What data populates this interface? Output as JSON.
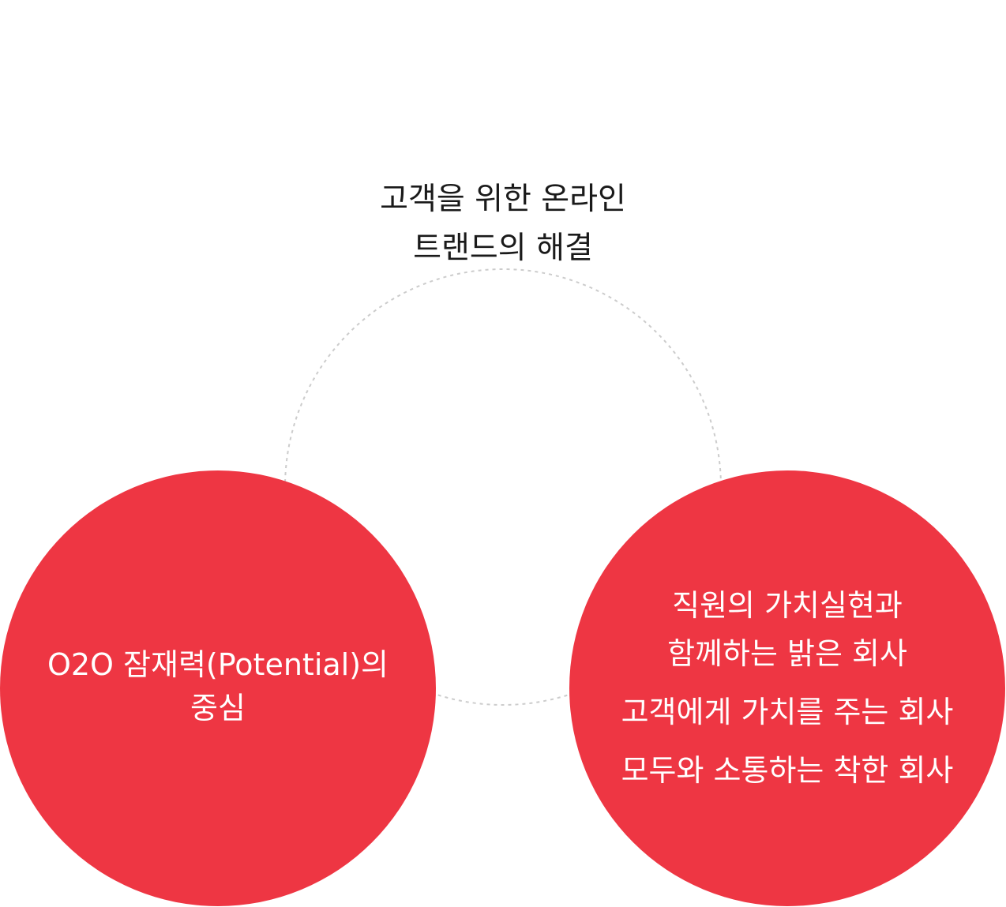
{
  "diagram": {
    "top_circle": {
      "lines": [
        "고객을 위한 온라인",
        "트랜드의 해결"
      ],
      "border_color": "#cccccc"
    },
    "left_circle": {
      "lines": [
        "O2O 잠재력(Potential)의",
        "중심"
      ],
      "fill_color": "#ee3643"
    },
    "right_circle": {
      "lines": [
        "직원의 가치실현과",
        "함께하는 밝은 회사",
        "고객에게 가치를 주는 회사",
        "모두와 소통하는 착한 회사"
      ],
      "fill_color": "#ee3643"
    }
  }
}
